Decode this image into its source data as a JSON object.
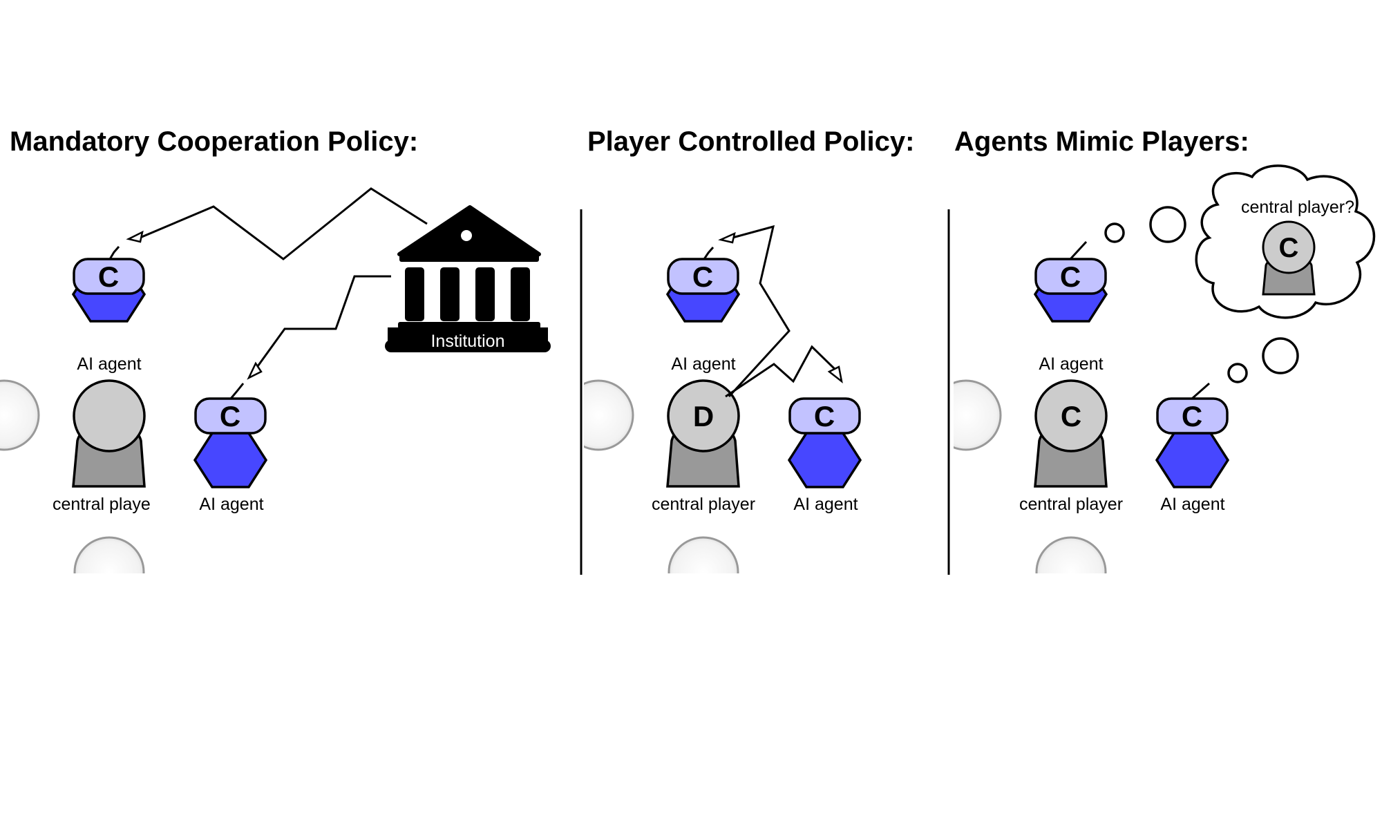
{
  "panels": [
    {
      "title": "Mandatory Cooperation Policy:"
    },
    {
      "title": "Player Controlled Policy:"
    },
    {
      "title": "Agents Mimic Players:"
    }
  ],
  "labels": {
    "ai_agent": "AI agent",
    "central_player": "central player",
    "central_player_clipped": "central playe",
    "institution": "Institution",
    "thought": "central player?"
  },
  "actions": {
    "cooperate": "C",
    "defect": "D"
  },
  "colors": {
    "agent_hex": "#4747FF",
    "agent_head": "#C2C2FF",
    "player_head": "#CCCCCC",
    "player_body": "#999999",
    "outline": "#000000"
  },
  "icons": {
    "institution": "bank-building-icon",
    "thought": "thought-bubble-icon"
  }
}
